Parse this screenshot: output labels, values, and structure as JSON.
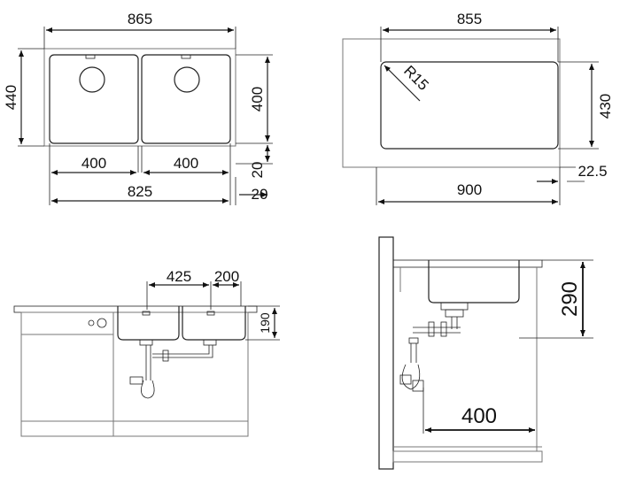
{
  "top_view_double": {
    "overall_width": "865",
    "overall_depth": "440",
    "bowl_depth": "400",
    "bowl_width_left": "400",
    "bowl_width_right": "400",
    "cutout_width": "825",
    "offset_a": "20",
    "offset_b": "20"
  },
  "top_view_cutout": {
    "inner_width": "855",
    "outer_width": "900",
    "inner_depth": "430",
    "corner_radius": "R15",
    "offset": "22.5"
  },
  "side_view_front": {
    "drain_distance": "425",
    "drain_offset": "200",
    "bowl_height": "190"
  },
  "side_view_section": {
    "bowl_height": "290",
    "drain_distance": "400"
  }
}
